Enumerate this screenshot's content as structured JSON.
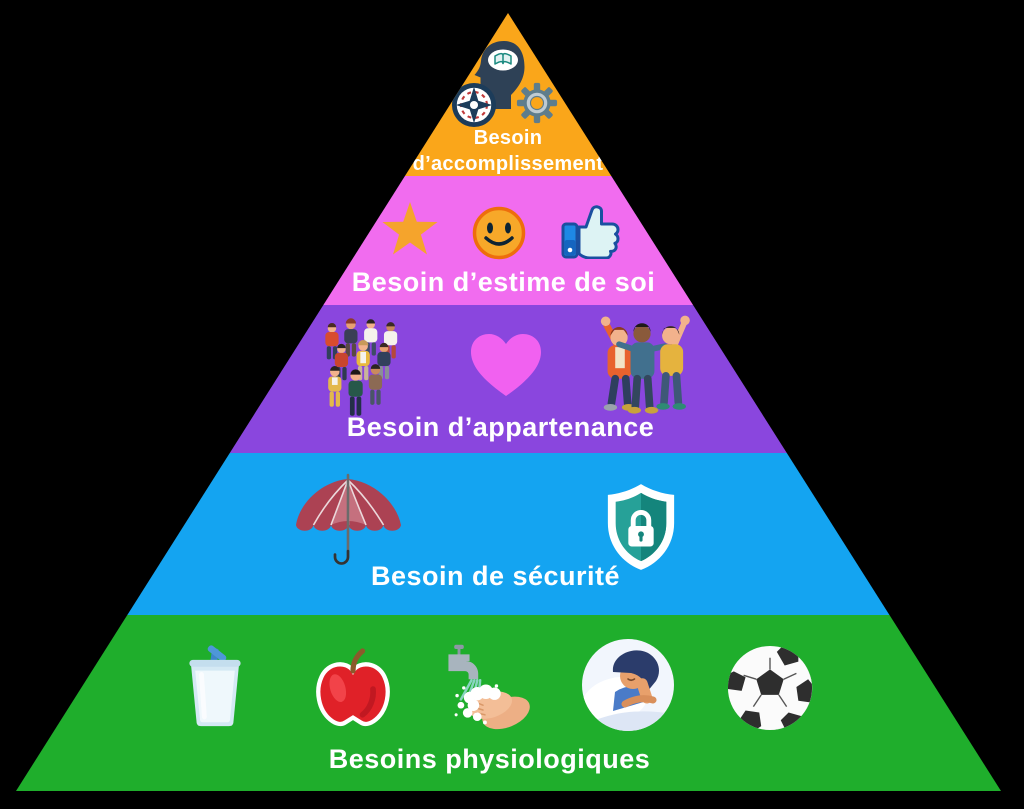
{
  "background_color": "#000000",
  "pyramid": {
    "levels": [
      {
        "name": "accomplissement",
        "label": "Besoin d’accomplissement",
        "lines": [
          "Besoin",
          "d’accomplissement"
        ],
        "color": "#FAA61A",
        "text_color": "#FFFFFF",
        "icons": [
          "head-knowledge-icon",
          "compass-target-icon",
          "gear-icon"
        ]
      },
      {
        "name": "estime-de-soi",
        "label": "Besoin d’estime de soi",
        "color": "#F16CEF",
        "text_color": "#FFFFFF",
        "icons": [
          "star-icon",
          "smiley-face-icon",
          "thumbs-up-icon"
        ]
      },
      {
        "name": "appartenance",
        "label": "Besoin d’appartenance",
        "color": "#8A46DE",
        "text_color": "#FFFFFF",
        "icons": [
          "crowd-icon",
          "heart-icon",
          "friends-celebrating-icon"
        ]
      },
      {
        "name": "securite",
        "label": "Besoin de sécurité",
        "color": "#14A4F1",
        "text_color": "#FFFFFF",
        "icons": [
          "umbrella-icon",
          "shield-lock-icon"
        ]
      },
      {
        "name": "physiologiques",
        "label": "Besoins physiologiques",
        "color": "#1FAE2C",
        "text_color": "#FFFFFF",
        "icons": [
          "water-glass-icon",
          "apple-icon",
          "hand-washing-icon",
          "sleeping-person-icon",
          "soccer-ball-icon"
        ]
      }
    ]
  }
}
